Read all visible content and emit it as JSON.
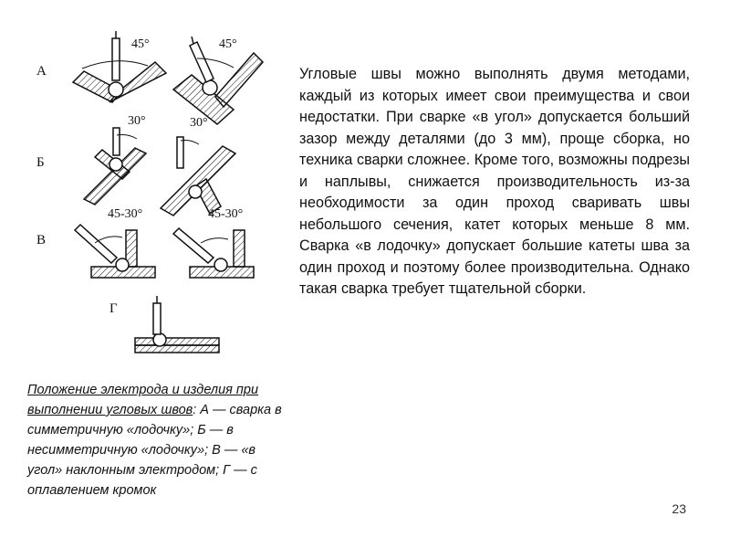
{
  "figure": {
    "row_labels": [
      "А",
      "Б",
      "В",
      "Г"
    ],
    "angles": {
      "a_left": "45°",
      "a_right": "45°",
      "b_left": "30°",
      "b_right": "30°",
      "v_left": "45-30°",
      "v_right": "45-30°"
    }
  },
  "body_text": "Угловые швы можно выполнять двумя методами, каждый из которых имеет свои преимущества и свои недостатки. При сварке «в угол» допускается больший зазор между деталями (до 3 мм), проще сборка, но техника сварки сложнее. Кроме того, возможны подрезы и наплывы, снижается производительность из-за необходимости за один проход сваривать швы небольшого сечения, катет которых меньше 8 мм. Сварка «в лодочку» допускает большие катеты шва за один проход и поэтому более производительна. Однако такая сварка требует тщательной сборки.",
  "caption": {
    "underlined": "Положение электрода и изделия при выполнении угловых швов",
    "rest": ": А — сварка в симметричную «лодочку»; Б — в несимметричную «лодочку»; В — «в угол» наклонным электродом; Г — с оплавлением кромок"
  },
  "page_number": "23"
}
